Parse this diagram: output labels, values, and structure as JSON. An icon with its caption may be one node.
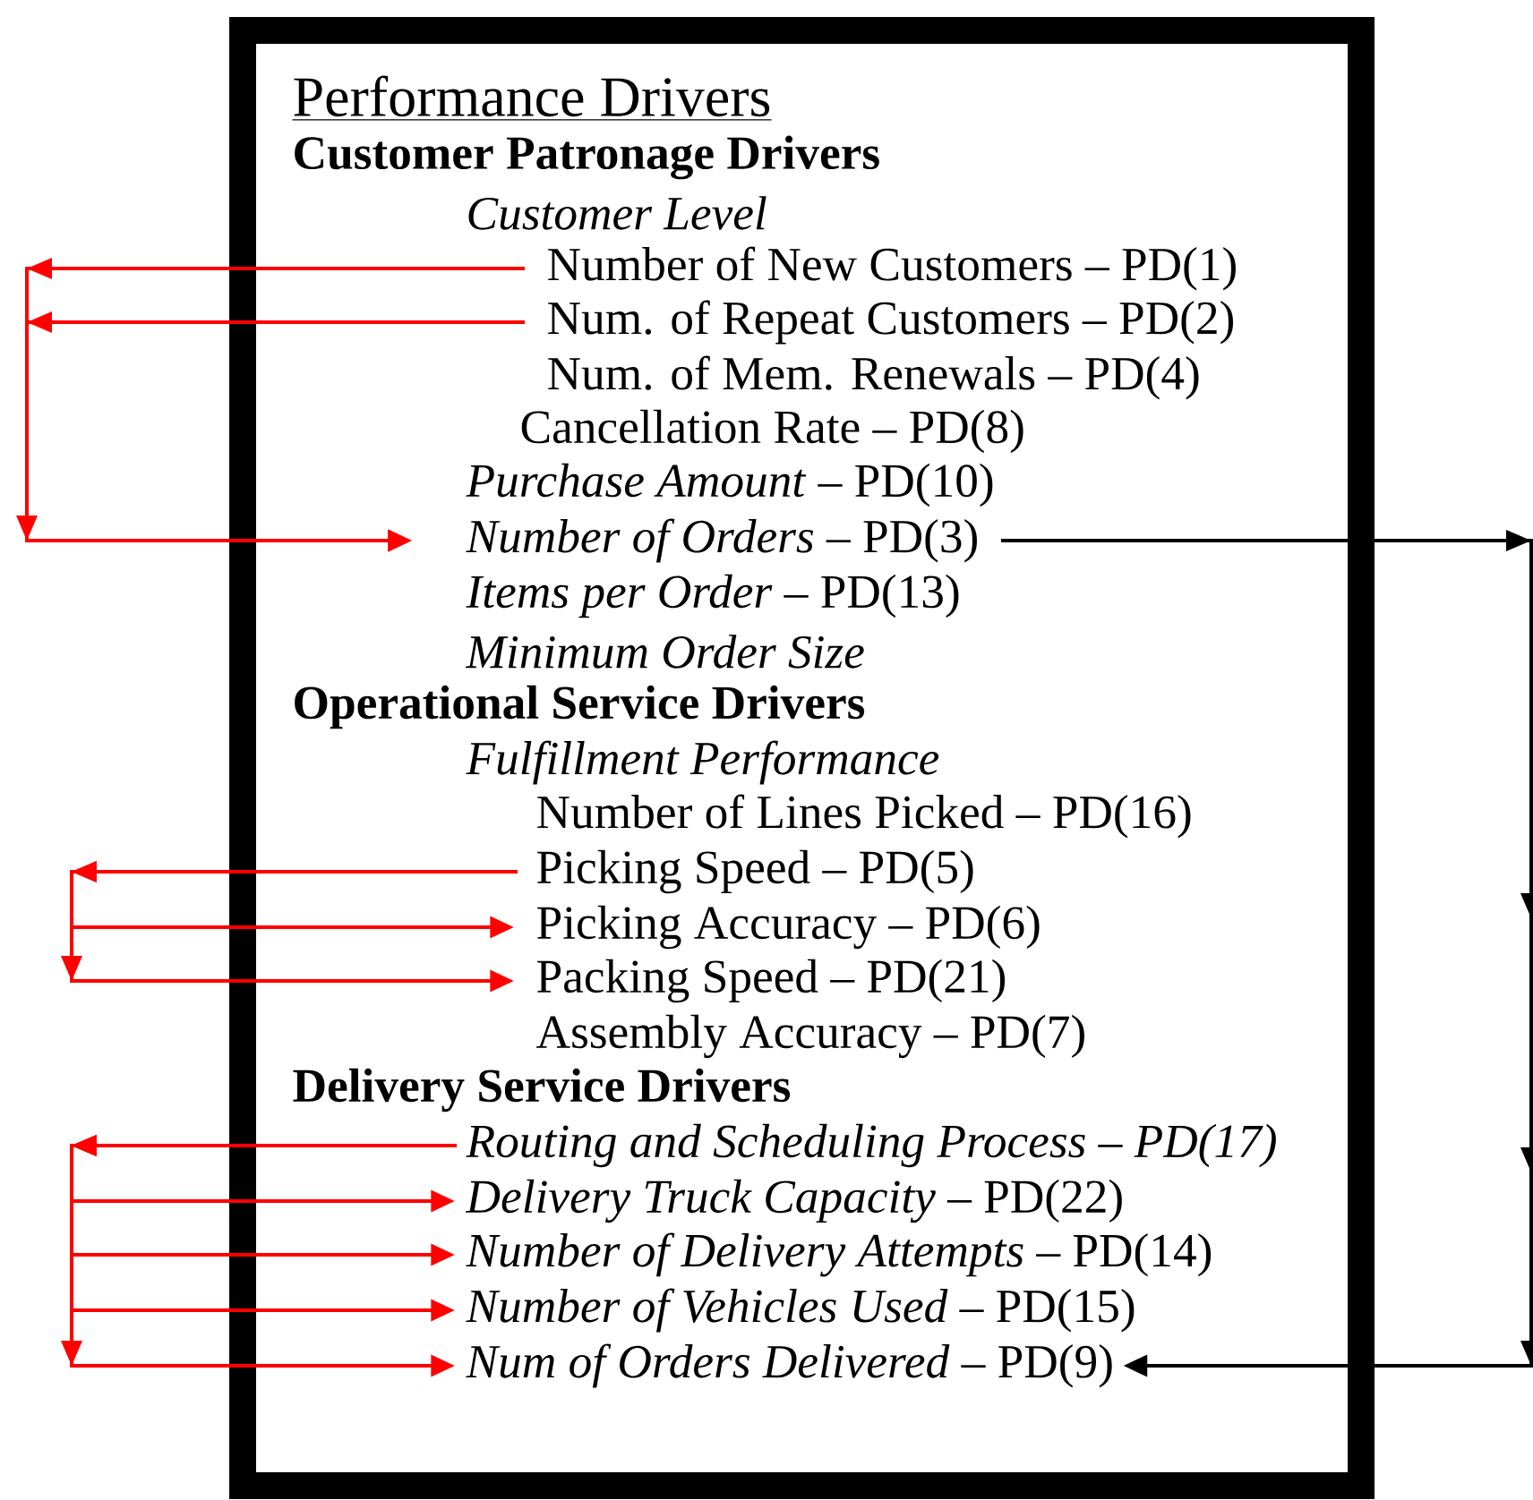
{
  "diagram": {
    "nodes": [
      {
        "text": [
          "Performance Drivers"
        ]
      },
      {
        "text": [
          "Customer Patronage Drivers"
        ],
        "in": 0
      },
      {
        "text": [
          "Customer Level"
        ],
        "in": 0
      },
      {
        "text": [
          "Number of New Customers – PD(1)"
        ],
        "in": 0
      },
      {
        "text": [
          "Num. of Repeat Customers – PD(2)"
        ],
        "in": 0
      },
      {
        "text": [
          "Num. of Mem. Renewals – PD(4)"
        ],
        "in": 0
      },
      {
        "text": [
          "Cancellation Rate – PD(8)"
        ],
        "in": 0
      },
      {
        "text": [
          "*Purchase Amount* – PD(10)"
        ],
        "in": 0
      },
      {
        "text": [
          "*Number of Orders* – PD(3)"
        ],
        "in": 0
      },
      {
        "text": [
          "*Items per Order* – PD(13)"
        ],
        "in": 0
      },
      {
        "text": [
          "Minimum Order Size"
        ],
        "in": 0
      },
      {
        "text": [
          "Operational Service Drivers"
        ],
        "in": 0
      },
      {
        "text": [
          "Fulfillment Performance"
        ],
        "in": 0
      },
      {
        "text": [
          "Number of Lines Picked – PD(16)"
        ],
        "in": 0
      },
      {
        "text": [
          "Picking Speed – PD(5)"
        ],
        "in": 0
      },
      {
        "text": [
          "Picking Accuracy – PD(6)"
        ],
        "in": 0
      },
      {
        "text": [
          "Packing Speed – PD(21)"
        ],
        "in": 0
      },
      {
        "text": [
          "Assembly Accuracy – PD(7)"
        ],
        "in": 0
      },
      {
        "text": [
          "Delivery Service Drivers"
        ],
        "in": 0
      },
      {
        "text": [
          "Routing and Scheduling Process – PD(17)"
        ],
        "in": 0
      },
      {
        "text": [
          "*Delivery Truck Capacity* – PD(22)"
        ],
        "in": 0
      },
      {
        "text": [
          "*Number of Delivery Attempts* – PD(14)"
        ],
        "in": 0
      },
      {
        "text": [
          "*Number of Vehicles Used* – PD(15)"
        ],
        "in": 0
      },
      {
        "text": [
          "*Num of Orders Delivered* – PD(9)"
        ],
        "in": 0
      }
    ],
    "edges": [
      {
        "from": 3,
        "to": 8,
        "arrow": "to"
      },
      {
        "from": 4,
        "to": 8,
        "arrow": "to"
      },
      {
        "from": 14,
        "to": 15,
        "arrow": "to"
      },
      {
        "from": 14,
        "to": 16,
        "arrow": "to"
      },
      {
        "from": 19,
        "to": 20,
        "arrow": "to"
      },
      {
        "from": 19,
        "to": 21,
        "arrow": "to"
      },
      {
        "from": 19,
        "to": 22,
        "arrow": "to"
      },
      {
        "from": 19,
        "to": 23,
        "arrow": "to"
      },
      {
        "from": 8,
        "to": 23,
        "arrow": "to",
        "color": "#000000"
      }
    ]
  }
}
